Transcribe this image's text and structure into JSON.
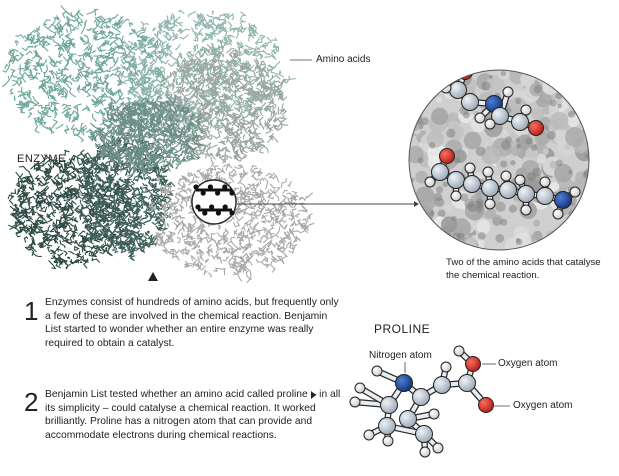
{
  "labels": {
    "amino_acids": "Amino acids",
    "enzyme": "ENZYME",
    "proline": "PROLINE",
    "nitrogen_atom": "Nitrogen atom",
    "oxygen_atom_1": "Oxygen atom",
    "oxygen_atom_2": "Oxygen atom"
  },
  "caption": "Two of the amino acids that catalyse the chemical reaction.",
  "steps": [
    {
      "number": "1",
      "text": "Enzymes consist of hundreds of amino acids, but frequently only a few of these are involved in the chemical reaction. Benjamin List started to wonder whether an entire enzyme was really required to obtain a catalyst."
    },
    {
      "number": "2",
      "text": "Benjamin List tested whether an amino acid called proline – in all its simplicity – could catalyse a chemical reaction. It worked brilliantly. Proline has a nitrogen atom that can provide and accommodate electrons during chemical reactions."
    }
  ],
  "colors": {
    "enzyme_teal": "#6fa79b",
    "enzyme_dark": "#2f4a44",
    "enzyme_grey": "#a9aaa8",
    "nitrogen": "#1f4fa3",
    "oxygen": "#d2322b",
    "carbon": "#c9d3dc",
    "hydrogen": "#ffffff"
  }
}
